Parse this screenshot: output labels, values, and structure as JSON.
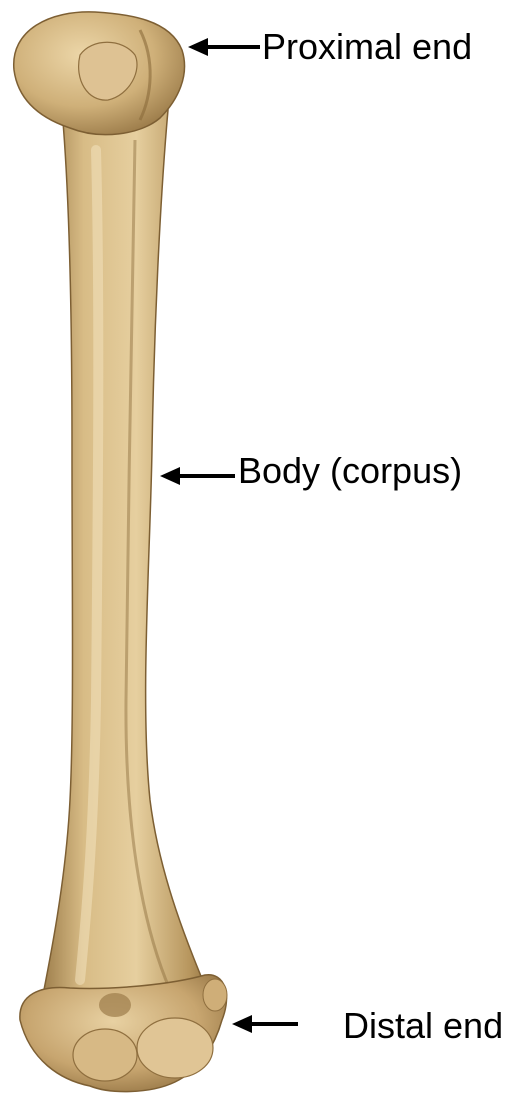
{
  "labels": {
    "proximal": "Proximal end",
    "body": "Body (corpus)",
    "distal": "Distal end"
  },
  "colors": {
    "bone_base": "#c9a870",
    "bone_light": "#e3cb98",
    "bone_shadow": "#8f6f3f",
    "arrow": "#000000"
  }
}
